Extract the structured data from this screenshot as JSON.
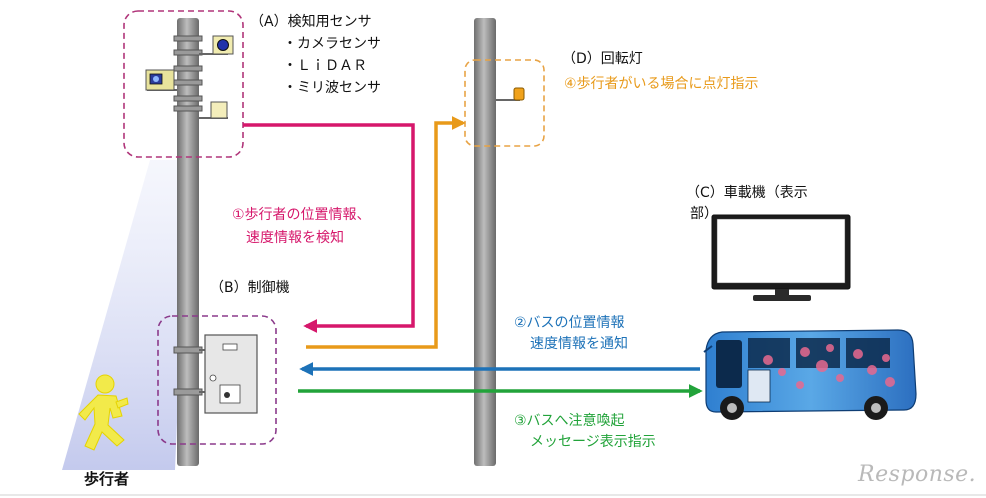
{
  "sensor": {
    "title": "（A）検知用センサ",
    "items": [
      "・カメラセンサ",
      "・ＬｉＤＡＲ",
      "・ミリ波センサ"
    ]
  },
  "rotating_light": {
    "title": "（D）回転灯",
    "instruction": "④歩行者がいる場合に点灯指示"
  },
  "onboard_unit": {
    "title_line1": "（C）車載機（表示",
    "title_line2": "部）"
  },
  "controller": {
    "title": "（B）制御機"
  },
  "pedestrian": {
    "label": "歩行者"
  },
  "flows": {
    "step1_line1": "①歩行者の位置情報、",
    "step1_line2": "速度情報を検知",
    "step2_line1": "②バスの位置情報",
    "step2_line2": "速度情報を通知",
    "step3_line1": "③バスへ注意喚起",
    "step3_line2": "メッセージ表示指示"
  },
  "watermark": "Response.",
  "colors": {
    "magenta": "#d6176b",
    "orange": "#e89a1a",
    "blue": "#1d72b8",
    "green": "#22a33a",
    "pole": "#8f8f8f"
  }
}
